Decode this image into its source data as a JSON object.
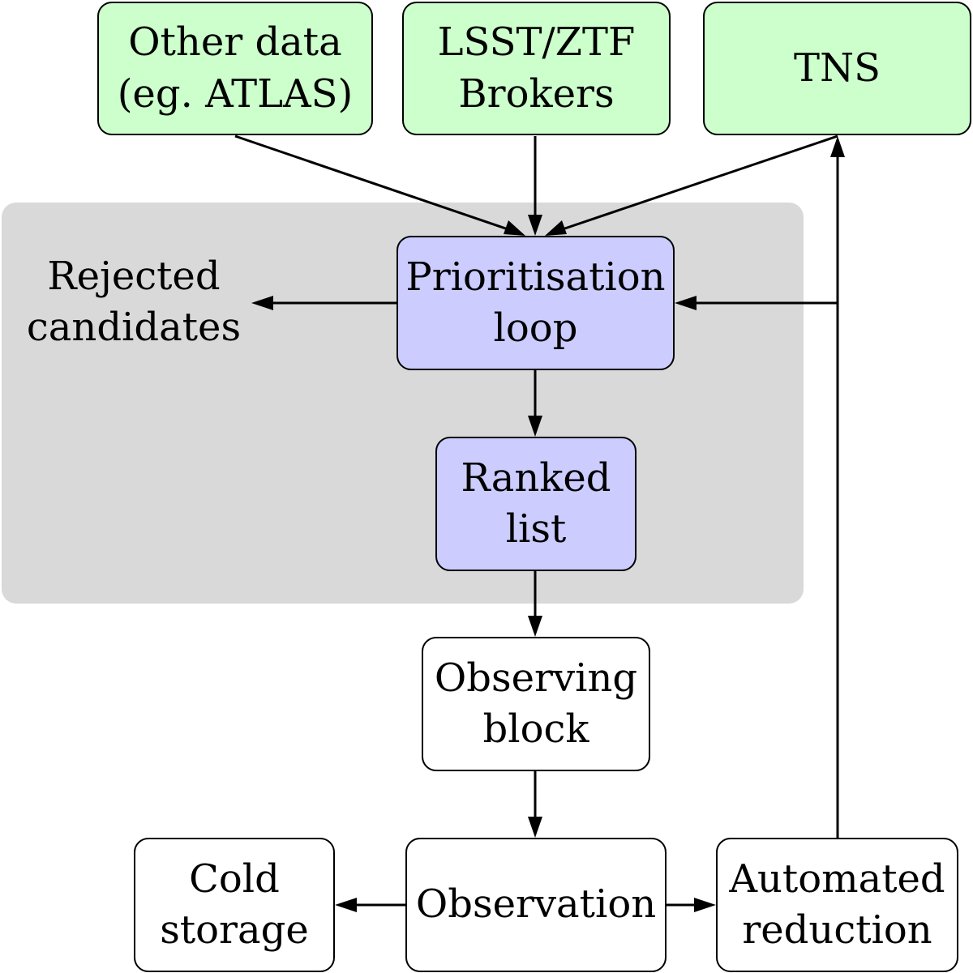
{
  "diagram": {
    "group_color": "#d9d9d9",
    "node_colors": {
      "source": "#ccffcc",
      "core": "#ccccff",
      "other": "#ffffff"
    },
    "nodes": {
      "other_data": "Other data\n(eg. ATLAS)",
      "brokers": "LSST/ZTF\nBrokers",
      "tns": "TNS",
      "prioritisation": "Prioritisation\nloop",
      "ranked_list": "Ranked\nlist",
      "observing_block": "Observing\nblock",
      "observation": "Observation",
      "cold_storage": "Cold\nstorage",
      "automated_reduction": "Automated\nreduction"
    },
    "labels": {
      "rejected": "Rejected\ncandidates"
    }
  }
}
